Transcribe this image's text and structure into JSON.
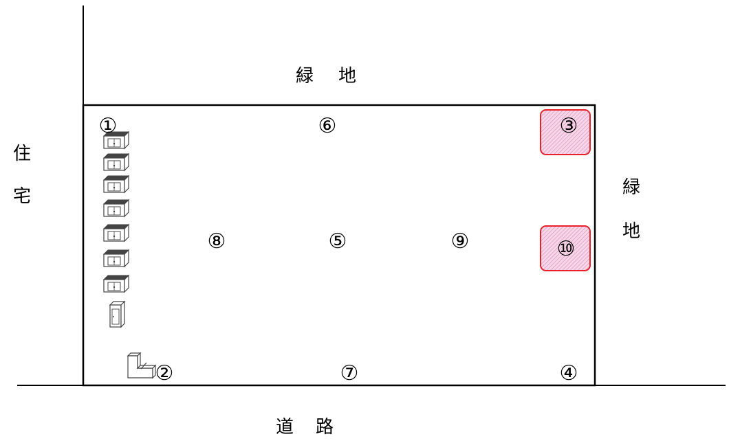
{
  "diagram": {
    "surroundings": {
      "top_chars": [
        "緑",
        "地"
      ],
      "right_chars": [
        "緑",
        "地"
      ],
      "left_chars": [
        "住",
        "宅"
      ],
      "bottom_chars": [
        "道",
        "路"
      ]
    },
    "points": [
      "①",
      "②",
      "③",
      "④",
      "⑤",
      "⑥",
      "⑦",
      "⑧",
      "⑨",
      "⑩"
    ],
    "highlighted_points": [
      "③",
      "⑩"
    ],
    "colors": {
      "line": "#000000",
      "highlight_border": "#e8202a",
      "highlight_fill": "#f7d6e8",
      "highlight_hatch": "#d98ab8",
      "icon_stroke": "#444444"
    },
    "icons": {
      "storage_units": "storage-cabinet-icon",
      "tall_cabinet": "tall-cabinet-icon",
      "corner_structure": "l-shaped-structure-icon"
    }
  }
}
